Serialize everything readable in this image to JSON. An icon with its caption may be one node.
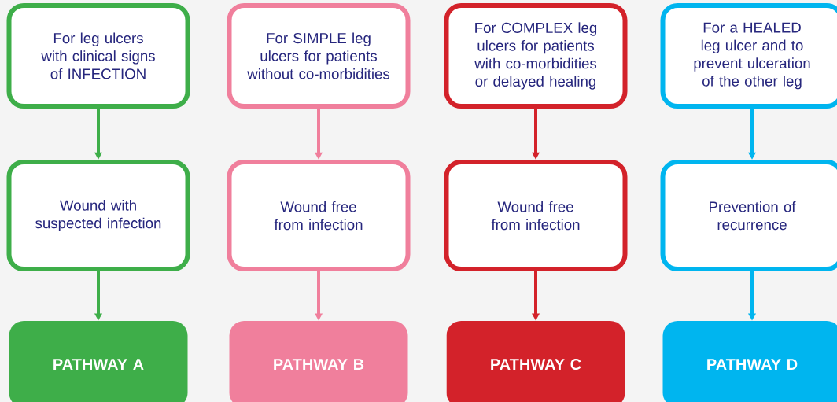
{
  "diagram": {
    "nodes": [
      {
        "text": [
          "For leg ulcers with clinical signs of INFECTION"
        ]
      },
      {
        "text": [
          "For SIMPLE leg ulcers for patients without co-morbidities"
        ]
      },
      {
        "text": [
          "For COMPLEX leg ulcers for patients with co-morbidities or delayed healing"
        ]
      },
      {
        "text": [
          "For a HEALED leg ulcer and to prevent ulceration of the other leg"
        ]
      },
      {
        "text": [
          "Wound with suspected infection"
        ]
      },
      {
        "text": [
          "Wound free from infection"
        ]
      },
      {
        "text": [
          "Wound free from infection"
        ]
      },
      {
        "text": [
          "Prevention of recurrence"
        ]
      },
      {
        "text": [
          "PATHWAY A"
        ]
      },
      {
        "text": [
          "PATHWAY B"
        ]
      },
      {
        "text": [
          "PATHWAY C"
        ]
      },
      {
        "text": [
          "PATHWAY D"
        ]
      }
    ],
    "edges": [
      {
        "from": 0,
        "to": 4,
        "arrow": "to",
        "color": "#3eae49"
      },
      {
        "from": 4,
        "to": 8,
        "arrow": "to",
        "color": "#3eae49"
      },
      {
        "from": 1,
        "to": 5,
        "arrow": "to",
        "color": "#f07f9c"
      },
      {
        "from": 5,
        "to": 9,
        "arrow": "to",
        "color": "#f07f9c"
      },
      {
        "from": 2,
        "to": 6,
        "arrow": "to",
        "color": "#d3222a"
      },
      {
        "from": 6,
        "to": 10,
        "arrow": "to",
        "color": "#d3222a"
      },
      {
        "from": 3,
        "to": 7,
        "arrow": "to",
        "color": "#00b5ef"
      },
      {
        "from": 7,
        "to": 11,
        "arrow": "to",
        "color": "#00b5ef"
      }
    ]
  }
}
